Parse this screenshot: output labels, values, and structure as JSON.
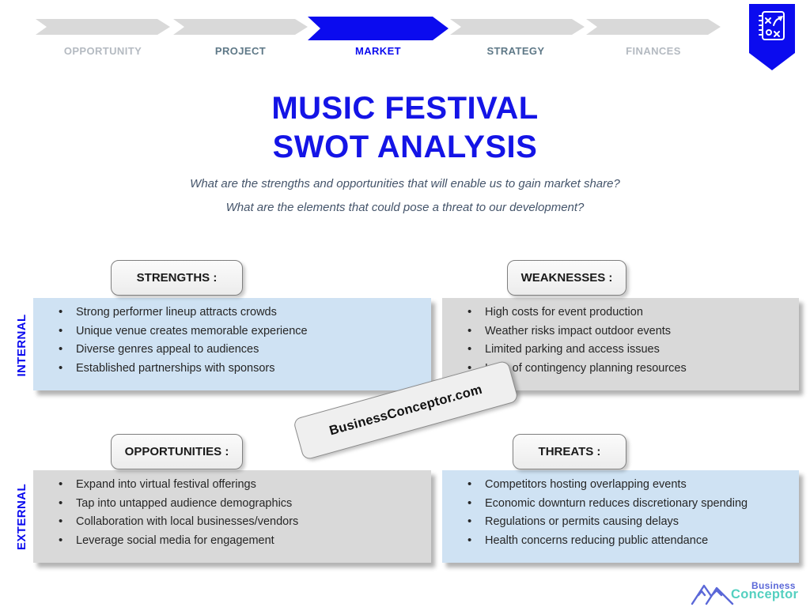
{
  "process_bar": {
    "steps": [
      {
        "label": "OPPORTUNITY",
        "state": "muted"
      },
      {
        "label": "PROJECT",
        "state": "slate"
      },
      {
        "label": "MARKET",
        "state": "active"
      },
      {
        "label": "STRATEGY",
        "state": "slate"
      },
      {
        "label": "FINANCES",
        "state": "muted"
      }
    ]
  },
  "bookmark": {
    "icon": "strategy-tactics-board-icon"
  },
  "title": {
    "line1": "MUSIC FESTIVAL",
    "line2": "SWOT ANALYSIS"
  },
  "subtitle": {
    "line1": "What are the strengths and opportunities that will enable us to gain market share?",
    "line2": "What are the elements that could pose a threat to our development?"
  },
  "row_labels": {
    "internal": "INTERNAL",
    "external": "EXTERNAL"
  },
  "quadrants": {
    "strengths": {
      "label": "STRENGTHS :",
      "items": [
        "Strong performer lineup attracts crowds",
        "Unique venue creates memorable experience",
        "Diverse genres appeal to audiences",
        "Established partnerships with sponsors"
      ]
    },
    "weaknesses": {
      "label": "WEAKNESSES :",
      "items": [
        "High costs for event production",
        "Weather risks impact outdoor events",
        "Limited parking and access issues",
        "Lack of contingency planning resources"
      ]
    },
    "opportunities": {
      "label": "OPPORTUNITIES :",
      "items": [
        "Expand into virtual festival offerings",
        "Tap into untapped audience demographics",
        "Collaboration with local businesses/vendors",
        "Leverage social media for engagement"
      ]
    },
    "threats": {
      "label": "THREATS :",
      "items": [
        "Competitors hosting overlapping events",
        "Economic downturn reduces discretionary spending",
        "Regulations or permits causing delays",
        "Health concerns reducing public attendance"
      ]
    }
  },
  "watermark": {
    "text": "BusinessConceptor.com"
  },
  "footer_logo": {
    "line1": "Business",
    "line2": "Conceptor"
  },
  "colors": {
    "accent-blue": "#0b0bef",
    "title-blue": "#1414e6",
    "panel-blue": "#cfe2f3",
    "panel-gray": "#d9d9d9",
    "step-muted": "#b4bac1",
    "step-slate": "#5e7887",
    "subtitle-gray": "#44546a",
    "bullet-text": "#262626",
    "label-box-border": "#7f7f7f",
    "watermark-text": "#111111",
    "logo-indigo": "#5b68d8",
    "logo-teal": "#54d0c0"
  }
}
